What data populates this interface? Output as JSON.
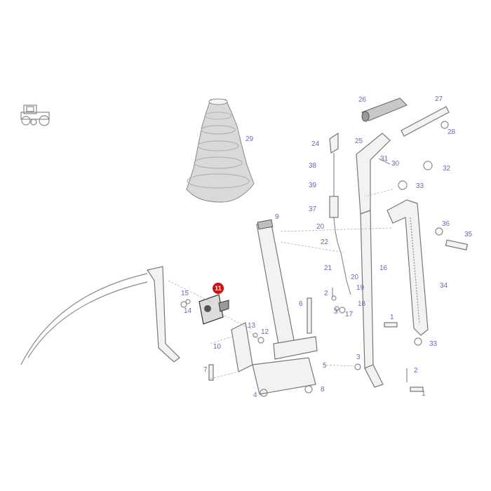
{
  "highlighted_part": "11",
  "colors": {
    "callout": "#6a6ab0",
    "highlight": "#cc1111"
  },
  "icons": {
    "tractor": "tractor-icon"
  },
  "callouts": [
    {
      "id": "c26",
      "label": "26"
    },
    {
      "id": "c27",
      "label": "27"
    },
    {
      "id": "c28",
      "label": "28"
    },
    {
      "id": "c29",
      "label": "29"
    },
    {
      "id": "c24",
      "label": "24"
    },
    {
      "id": "c25",
      "label": "25"
    },
    {
      "id": "c38",
      "label": "38"
    },
    {
      "id": "c31",
      "label": "31"
    },
    {
      "id": "c30",
      "label": "30"
    },
    {
      "id": "c32",
      "label": "32"
    },
    {
      "id": "c39",
      "label": "39"
    },
    {
      "id": "c33a",
      "label": "33"
    },
    {
      "id": "c37",
      "label": "37"
    },
    {
      "id": "c9",
      "label": "9"
    },
    {
      "id": "c20a",
      "label": "20"
    },
    {
      "id": "c36",
      "label": "36"
    },
    {
      "id": "c35",
      "label": "35"
    },
    {
      "id": "c22",
      "label": "22"
    },
    {
      "id": "c21",
      "label": "21"
    },
    {
      "id": "c16",
      "label": "16"
    },
    {
      "id": "c20b",
      "label": "20"
    },
    {
      "id": "c19",
      "label": "19"
    },
    {
      "id": "c34",
      "label": "34"
    },
    {
      "id": "c15",
      "label": "15"
    },
    {
      "id": "c2a",
      "label": "2"
    },
    {
      "id": "c18",
      "label": "18"
    },
    {
      "id": "c6",
      "label": "6"
    },
    {
      "id": "c14",
      "label": "14"
    },
    {
      "id": "c3a",
      "label": "3"
    },
    {
      "id": "c17",
      "label": "17"
    },
    {
      "id": "c1a",
      "label": "1"
    },
    {
      "id": "c13",
      "label": "13"
    },
    {
      "id": "c12",
      "label": "12"
    },
    {
      "id": "c33b",
      "label": "33"
    },
    {
      "id": "c10",
      "label": "10"
    },
    {
      "id": "c3b",
      "label": "3"
    },
    {
      "id": "c5",
      "label": "5"
    },
    {
      "id": "c7",
      "label": "7"
    },
    {
      "id": "c2b",
      "label": "2"
    },
    {
      "id": "c8",
      "label": "8"
    },
    {
      "id": "c4",
      "label": "4"
    },
    {
      "id": "c1b",
      "label": "1"
    }
  ]
}
